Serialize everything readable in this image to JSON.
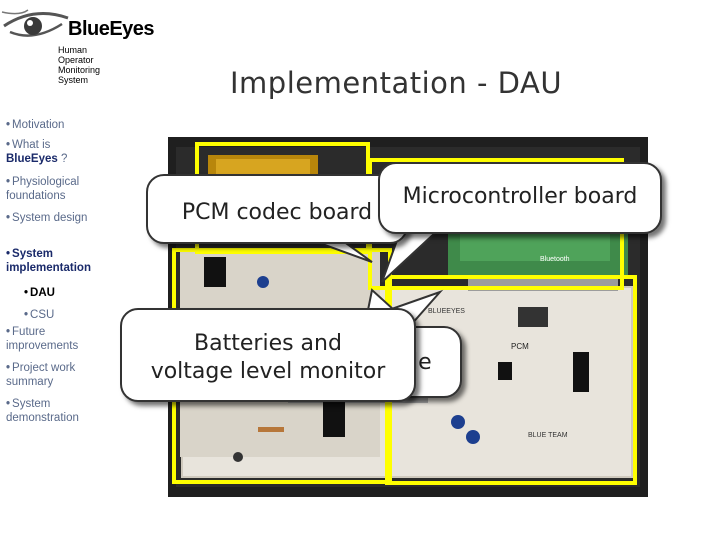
{
  "brand": {
    "name": "BlueEyes",
    "subtitle_lines": [
      "Human",
      "Operator",
      "Monitoring",
      "System"
    ]
  },
  "nav": {
    "items": [
      {
        "label": "Motivation"
      },
      {
        "label_line1": "What is",
        "label_brand": "BlueEyes",
        "label_suffix": " ?"
      },
      {
        "label": "Physiological foundations"
      },
      {
        "label": "System design"
      },
      {
        "label": "System implementation"
      },
      {
        "label": "DAU"
      },
      {
        "label": "CSU"
      },
      {
        "label": "Future improvements"
      },
      {
        "label": "Project work summary"
      },
      {
        "label": "System demonstration"
      }
    ],
    "bullet": "•"
  },
  "title": "Implementation - DAU",
  "callouts": {
    "pcm": "PCM codec board",
    "micro": "Microcontroller board",
    "batteries_line1": "Batteries and",
    "batteries_line2": "voltage level monitor",
    "hidden_fragment": "le"
  },
  "photo_labels": {
    "bluetooth": "Bluetooth",
    "pcm_chip": "PCM",
    "board_team": "BLUE TEAM",
    "board_top": "BLUEEYES"
  },
  "colors": {
    "highlight": "#ffff00",
    "nav_text": "#5a6a8a",
    "nav_active": "#1a2a6a"
  }
}
